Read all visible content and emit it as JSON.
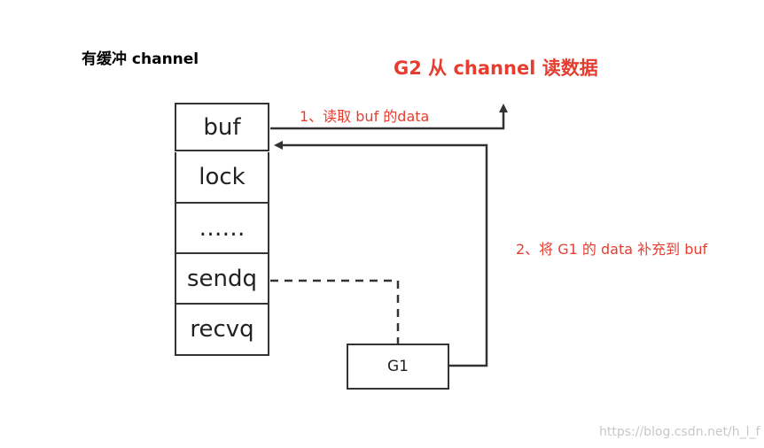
{
  "title": "有缓冲 channel",
  "headline": "G2 从 channel 读数据",
  "channel_fields": [
    "buf",
    "lock",
    "……",
    "sendq",
    "recvq"
  ],
  "goroutine": "G1",
  "steps": {
    "read": "1、读取 buf 的data",
    "refill": "2、将 G1 的 data 补充到 buf"
  },
  "watermark": "https://blog.csdn.net/h_l_f",
  "colors": {
    "accent": "#e53e30",
    "line": "#333333"
  }
}
